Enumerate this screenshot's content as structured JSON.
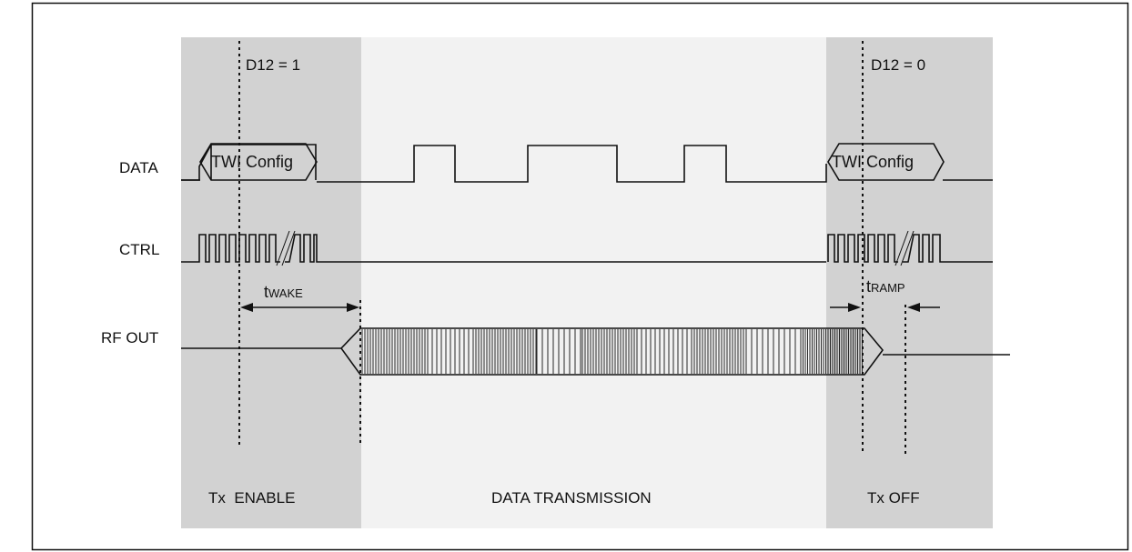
{
  "signals": {
    "data": "DATA",
    "ctrl": "CTRL",
    "rf_out": "RF OUT"
  },
  "annotations": {
    "d12_on_label": "D12 = ",
    "d12_on_value": "1",
    "d12_off_label": "D12 = ",
    "d12_off_value": "0",
    "twi_config_left": "TWI Config",
    "twi_config_right": "TWI Config",
    "t_wake_prefix": "t",
    "t_wake_sub": "WAKE",
    "t_ramp_prefix": "t",
    "t_ramp_sub": "RAMP"
  },
  "phases": {
    "tx_enable": "Tx  ENABLE",
    "data_transmission": "DATA TRANSMISSION",
    "tx_off": "Tx OFF"
  },
  "colors": {
    "phase_shade": "#d2d2d2",
    "transmission_shade": "#f2f2f2",
    "line": "#111111"
  }
}
